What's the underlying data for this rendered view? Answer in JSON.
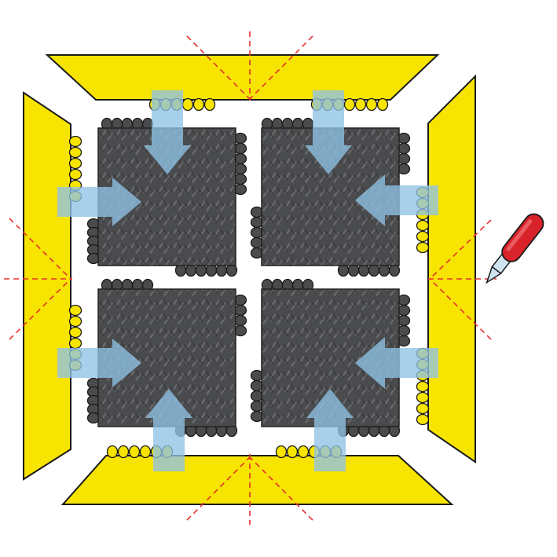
{
  "diagram": {
    "subject": "interlocking-mat-tile-assembly",
    "tile_grid": {
      "rows": 2,
      "cols": 2
    },
    "edge_strips": [
      "top",
      "right",
      "bottom",
      "left"
    ],
    "arrows": {
      "count": 8,
      "meaning": "push-to-interlock"
    },
    "cut_guides": {
      "style": "red-dashed"
    },
    "tool": "utility-knife-icon"
  },
  "colors": {
    "background": "#ffffff",
    "edge_strip": "#f7e400",
    "edge_outline": "#1b1b1b",
    "tile": "#4a4b4d",
    "tile_pattern": "#6e7073",
    "arrow": "#8fc3e6",
    "cut_line": "#e5322d",
    "knife_body": "#d8232a",
    "knife_blade": "#cfe3f1"
  }
}
